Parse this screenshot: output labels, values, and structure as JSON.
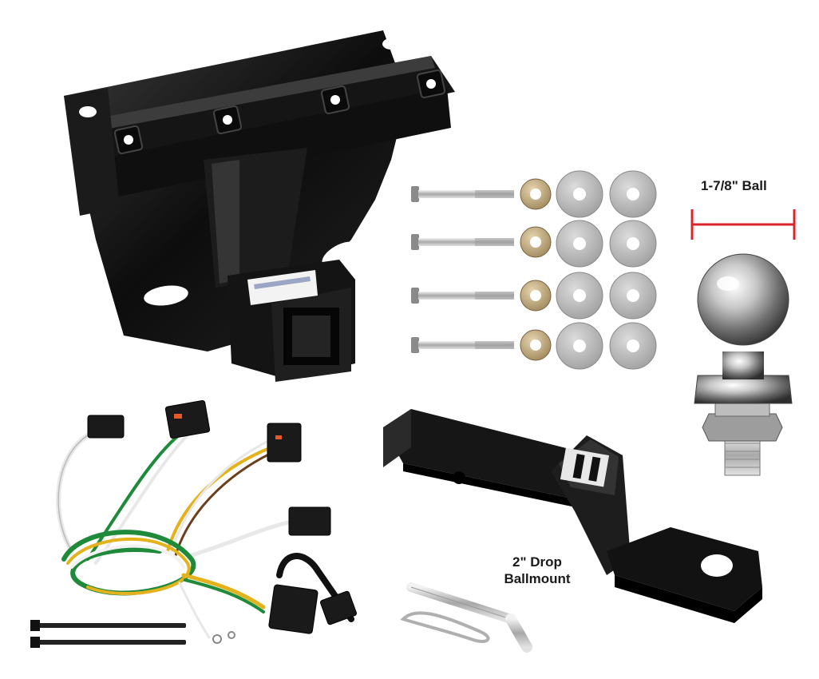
{
  "labels": {
    "ball_size": "1-7/8\" Ball",
    "ballmount_line1": "2\" Drop",
    "ballmount_line2": "Ballmount"
  },
  "colors": {
    "dimension_line": "#d9252a",
    "hitch_black": "#111111",
    "chrome": "#c9c9c9",
    "washer_gray": "#c4c4c4",
    "washer_brass": "#cdb68f",
    "wire_green": "#1f8a3a",
    "wire_yellow": "#e3b21c",
    "wire_white": "#f2f2f2",
    "wire_brown": "#6b3f1e"
  },
  "icons": [
    "receiver-hitch-icon",
    "bolt-icon",
    "washer-icon",
    "hitch-ball-icon",
    "wiring-harness-icon",
    "ballmount-icon",
    "hitch-pin-icon",
    "cable-tie-icon"
  ]
}
